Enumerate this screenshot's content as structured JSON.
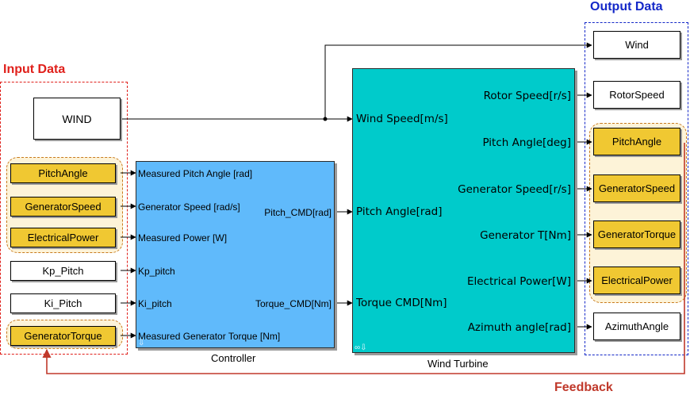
{
  "labels": {
    "input_title": "Input Data",
    "output_title": "Output Data",
    "feedback": "Feedback",
    "controller_caption": "Controller",
    "wind_turbine_caption": "Wind Turbine"
  },
  "inputs": {
    "wind": "WIND",
    "pitch_angle": "PitchAngle",
    "generator_speed": "GeneratorSpeed",
    "electrical_power": "ElectricalPower",
    "kp_pitch": "Kp_Pitch",
    "ki_pitch": "Ki_Pitch",
    "generator_torque": "GeneratorTorque"
  },
  "controller": {
    "in_ports": [
      "Measured Pitch Angle [rad]",
      "Generator Speed [rad/s]",
      "Measured Power [W]",
      "Kp_pitch",
      "Ki_pitch",
      "Measured Generator Torque [Nm]"
    ],
    "out_ports": [
      "Pitch_CMD[rad]",
      "Torque_CMD[Nm]"
    ]
  },
  "wind_turbine": {
    "in_ports": [
      "Wind Speed[m/s]",
      "Pitch Angle[rad]",
      "Torque CMD[Nm]"
    ],
    "out_ports": [
      "Rotor Speed[r/s]",
      "Pitch Angle[deg]",
      "Generator Speed[r/s]",
      "Generator T[Nm]",
      "Electrical Power[W]",
      "Azimuth angle[rad]"
    ]
  },
  "outputs": {
    "wind": "Wind",
    "rotor_speed": "RotorSpeed",
    "pitch_angle": "PitchAngle",
    "generator_speed": "GeneratorSpeed",
    "generator_torque": "GeneratorTorque",
    "electrical_power": "ElectricalPower",
    "azimuth_angle": "AzimuthAngle"
  },
  "colors": {
    "input_frame": "#e0201b",
    "output_frame": "#1428c8",
    "highlight_port": "#f0c832",
    "controller_block": "#60bafb",
    "wind_turbine_block": "#00cbcb",
    "feedback_line": "#c0392b"
  }
}
